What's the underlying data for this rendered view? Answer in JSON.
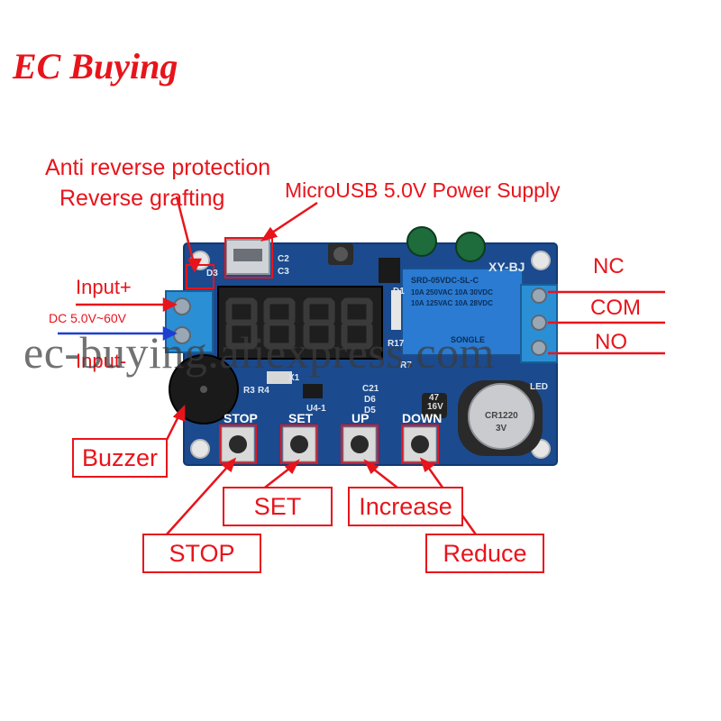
{
  "brand": {
    "text": "EC Buying"
  },
  "callouts": {
    "anti_reverse": "Anti reverse protection",
    "reverse_grafting": "Reverse grafting",
    "microusb": "MicroUSB 5.0V Power Supply",
    "input_plus": "Input+",
    "dc_range": "DC 5.0V~60V",
    "input_minus": "Input-"
  },
  "relay_pins": {
    "nc": "NC",
    "com": "COM",
    "no": "NO"
  },
  "boxes": {
    "buzzer": "Buzzer",
    "set": "SET",
    "increase": "Increase",
    "stop": "STOP",
    "reduce": "Reduce"
  },
  "board": {
    "model": "XY-BJ",
    "buttons": [
      "STOP",
      "SET",
      "UP",
      "DOWN"
    ],
    "relay_text": [
      "SRD-05VDC-SL-C",
      "10A 250VAC 10A 30VDC",
      "10A 125VAC 10A 28VDC",
      "SONGLE"
    ],
    "battery_text": [
      "CR1220",
      "3V"
    ],
    "parts": [
      "D3",
      "C2",
      "D1",
      "R17",
      "R3",
      "R4",
      "X1",
      "U4-1",
      "C21",
      "D6",
      "D5",
      "LED",
      "47",
      "16V",
      "R7",
      "C3"
    ]
  },
  "watermark": "ec-buying.aliexpress.com",
  "colors": {
    "accent": "#e8141b",
    "pcb": "#1b4a8e",
    "terminal": "#2b8fd6",
    "relay": "#2a7bd1",
    "display": "#1e1e1e"
  }
}
